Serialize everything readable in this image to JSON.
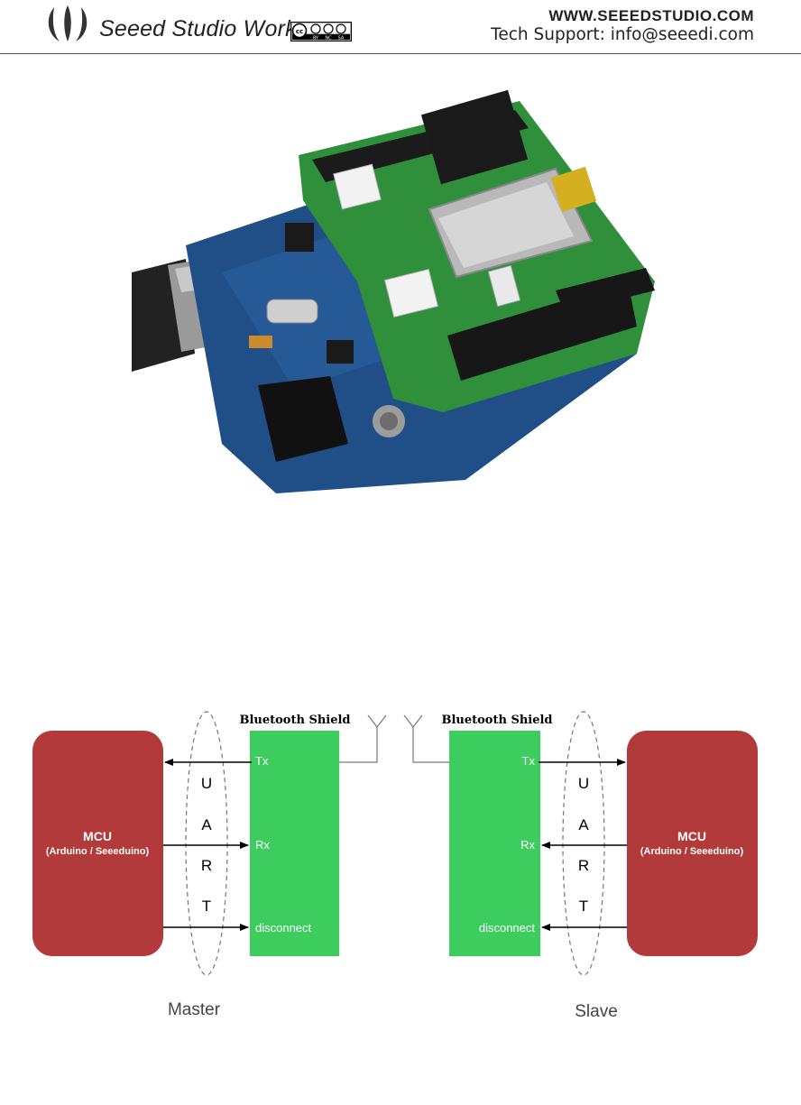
{
  "header": {
    "brand": "Seeed Studio Works",
    "website": "WWW.SEEEDSTUDIO.COM",
    "support": "Tech Support: info@seeedi.com",
    "license_badge": [
      "BY",
      "NC",
      "SA"
    ]
  },
  "diagram": {
    "shield_title": "Bluetooth Shield",
    "mcu_title": "MCU",
    "mcu_subtitle": "(Arduino / Seeeduino)",
    "uart_letters": [
      "U",
      "A",
      "R",
      "T"
    ],
    "pins": [
      "Tx",
      "Rx",
      "disconnect"
    ],
    "master_label": "Master",
    "slave_label": "Slave",
    "colors": {
      "mcu": "#b33a3a",
      "shield": "#3dcc5e"
    }
  }
}
